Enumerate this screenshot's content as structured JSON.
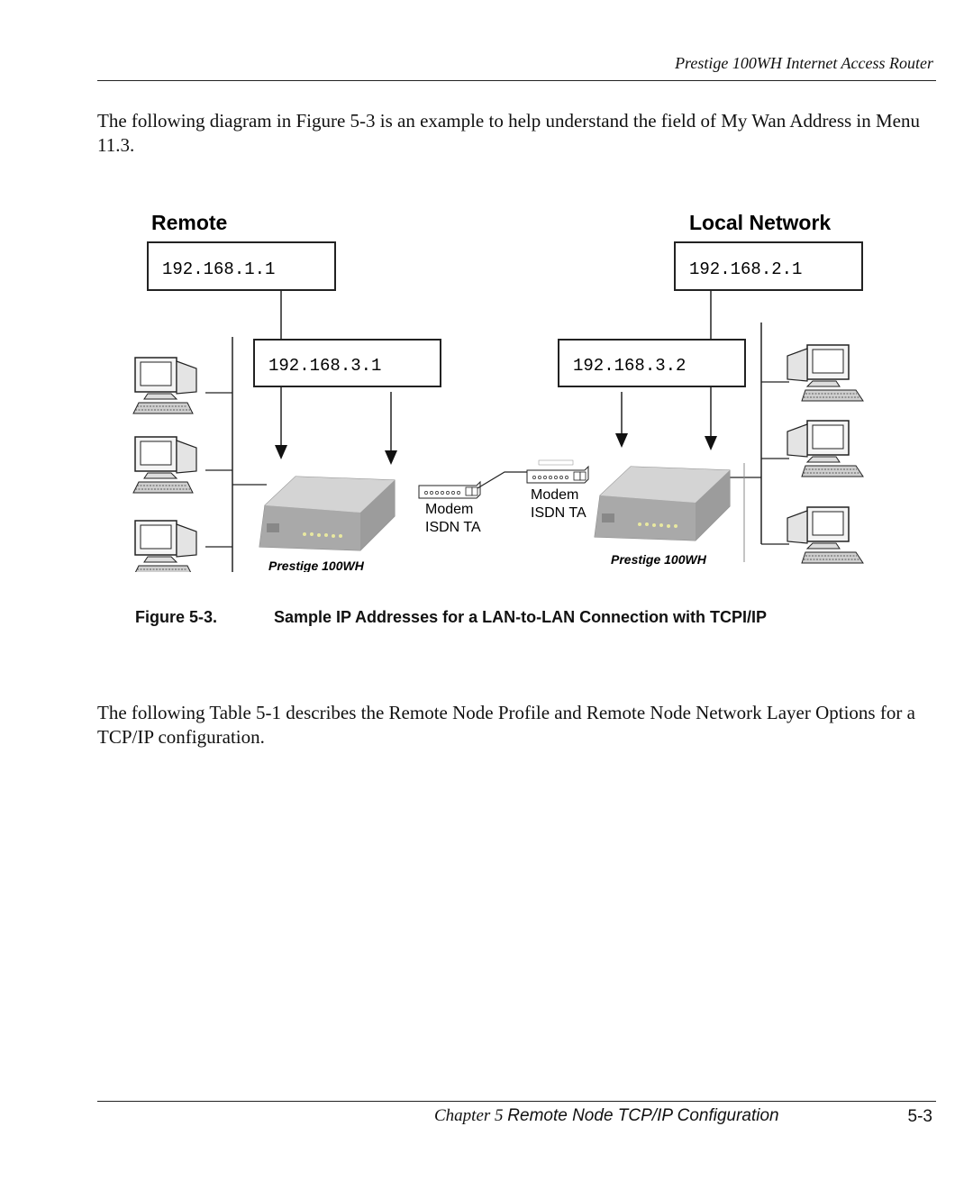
{
  "header": {
    "running_title": "Prestige 100WH Internet Access Router"
  },
  "body": {
    "paragraph_1": "The following diagram in Figure 5-3 is an example to help understand the field of My Wan Address in Menu 11.3.",
    "paragraph_2": "The following Table 5-1 describes the Remote Node Profile and Remote Node Network Layer Options for a TCP/IP configuration."
  },
  "figure": {
    "remote_heading": "Remote",
    "local_heading": "Local Network",
    "remote_lan_ip": "192.168.1.1",
    "local_lan_ip": "192.168.2.1",
    "remote_wan_ip": "192.168.3.1",
    "local_wan_ip": "192.168.3.2",
    "left_device_label": "Prestige 100WH",
    "right_device_label": "Prestige 100WH",
    "left_modem_line1": "Modem",
    "left_modem_line2": "ISDN TA",
    "right_modem_line1": "Modem",
    "right_modem_line2": "ISDN TA",
    "caption_label": "Figure 5-3.",
    "caption_text": "Sample IP Addresses for a LAN-to-LAN Connection with TCPI/IP"
  },
  "footer": {
    "chapter_prefix": "Chapter 5",
    "chapter_title": "Remote Node TCP/IP Configuration",
    "page_number": "5-3"
  }
}
